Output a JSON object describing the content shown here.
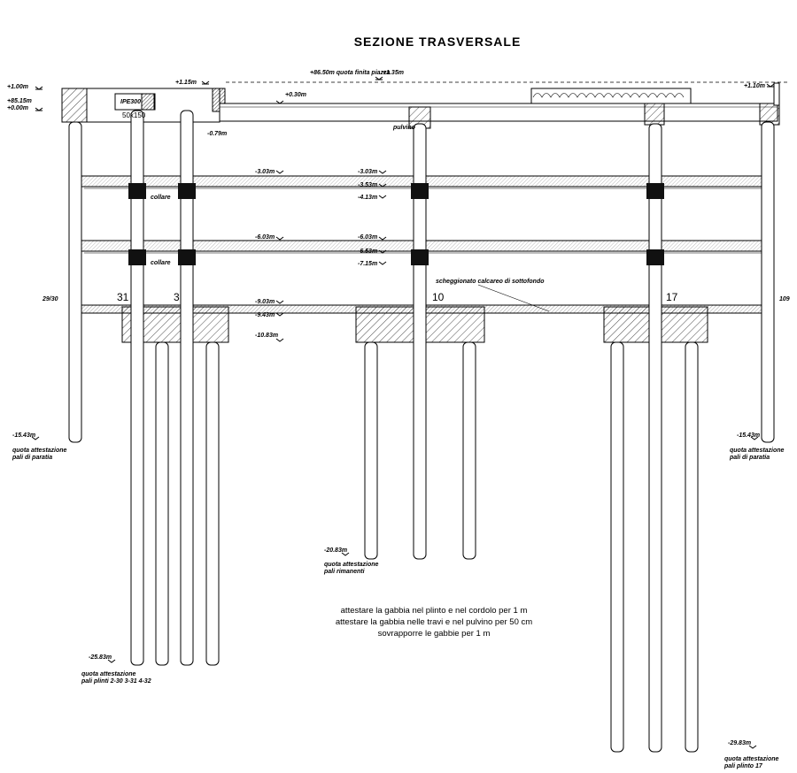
{
  "title": "SEZIONE TRASVERSALE",
  "levels": {
    "piazza": "+86.50m quota finita piazza",
    "plus135": "+1.35m",
    "plus100": "+1.00m",
    "plus8515": "+85.15m",
    "plus000": "+0.00m",
    "plus115": "+1.15m",
    "plus030": "+0.30m",
    "plus110": "+1.10m",
    "minus079": "-0.79m",
    "minus303a": "-3.03m",
    "minus303b": "-3.03m",
    "minus353": "-3.53m",
    "minus413": "-4.13m",
    "minus603a": "-6.03m",
    "minus603b": "-6.03m",
    "minus653": "-6.53m",
    "minus713": "-7.15m",
    "minus903": "-9.03m",
    "minus943": "-9.43m",
    "minus1083": "-10.83m",
    "minus1543a": "-15.43m",
    "minus1543b": "-15.43m",
    "minus2083": "-20.83m",
    "minus2583": "-25.83m",
    "minus2983": "-29.83m"
  },
  "labels": {
    "ipe": "IPE300",
    "section": "50x150",
    "pulvino": "pulvino",
    "collare1": "collare",
    "collare2": "collare",
    "scheggionato": "scheggionato calcareo di sottofondo",
    "pile_left": "29/30",
    "pile_right": "109",
    "pile_31": "31",
    "pile_3": "3",
    "pile_10": "10",
    "pile_17": "17",
    "quota_paratia_left_1": "quota attestazione",
    "quota_paratia_left_2": "pali di paratia",
    "quota_paratia_right_1": "quota attestazione",
    "quota_paratia_right_2": "pali di paratia",
    "quota_rimanenti_1": "quota attestazione",
    "quota_rimanenti_2": "pali rimanenti",
    "quota_plinti_1": "quota attestazione",
    "quota_plinti_2": "pali plinti  2-30 3-31 4-32",
    "quota_plinto17_1": "quota attestazione",
    "quota_plinto17_2": "pali plinto 17"
  },
  "notes": [
    "attestare la gabbia nel plinto e nel cordolo per 1 m",
    "attestare la gabbia nelle travi e nel pulvino per 50 cm",
    "sovrapporre le gabbie per 1 m"
  ]
}
